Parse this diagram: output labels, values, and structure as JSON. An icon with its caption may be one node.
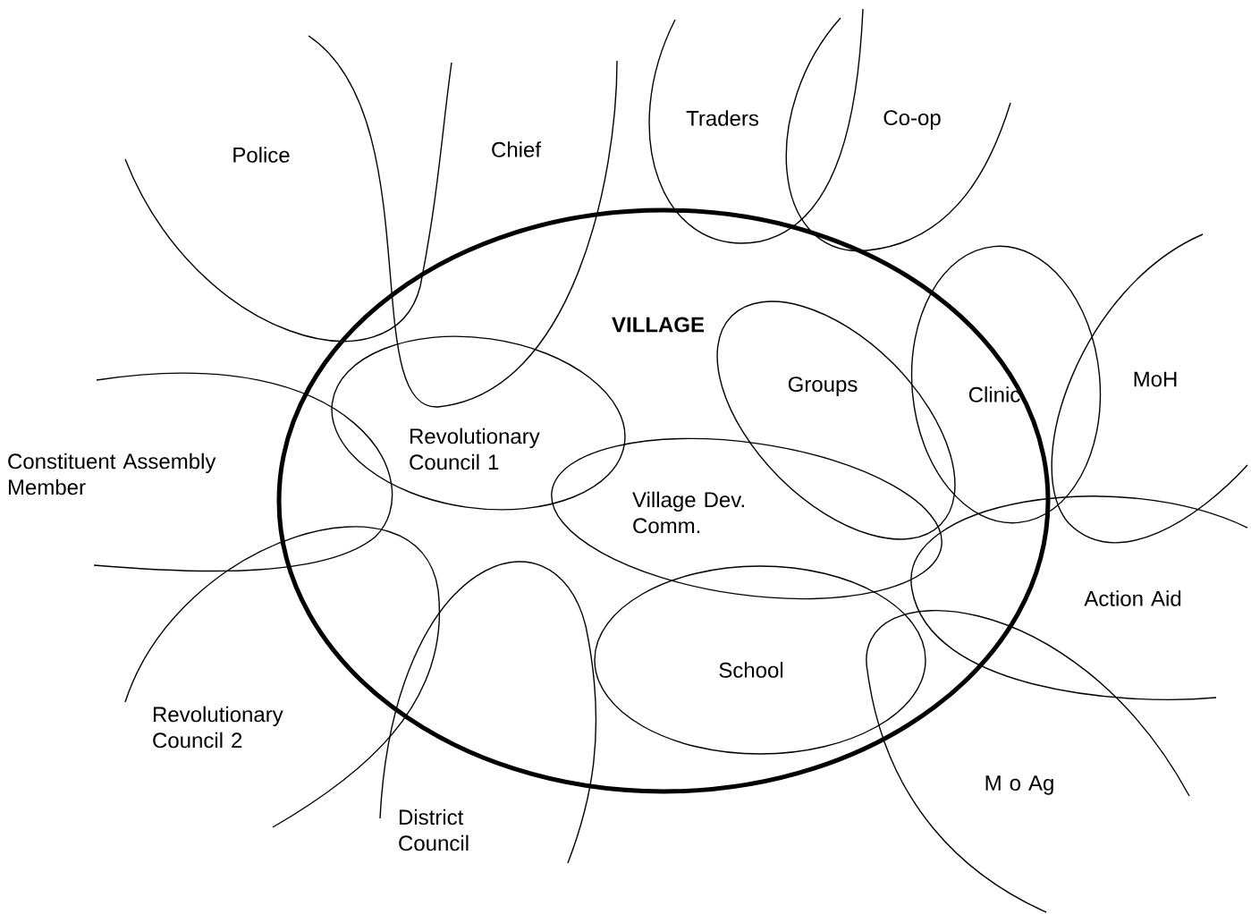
{
  "diagram": {
    "nodes": [
      {
        "text": [
          "Police"
        ]
      },
      {
        "text": [
          "Chief"
        ]
      },
      {
        "text": [
          "Traders"
        ]
      },
      {
        "text": [
          "Co-op"
        ]
      },
      {
        "text": [
          "VILLAGE"
        ]
      },
      {
        "text": [
          "Groups"
        ],
        "in": 4
      },
      {
        "text": [
          "Clinic"
        ]
      },
      {
        "text": [
          "MoH"
        ]
      },
      {
        "text": [
          "Constituent Assembly Member"
        ]
      },
      {
        "text": [
          "Revolutionary Council 1"
        ],
        "in": 4
      },
      {
        "text": [
          "Village Dev. Comm."
        ],
        "in": 4
      },
      {
        "text": [
          "Action Aid"
        ]
      },
      {
        "text": [
          "School"
        ],
        "in": 4
      },
      {
        "text": [
          "Revolutionary Council 2"
        ]
      },
      {
        "text": [
          "M o Ag"
        ]
      },
      {
        "text": [
          "District Council"
        ]
      }
    ]
  }
}
